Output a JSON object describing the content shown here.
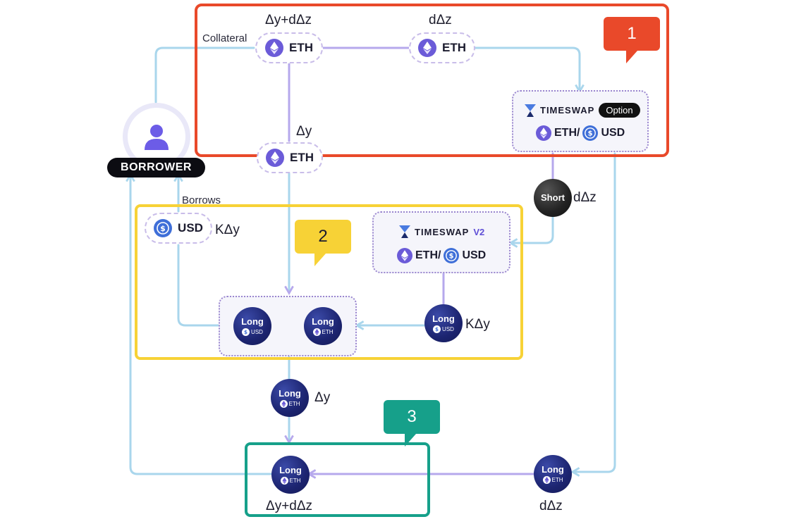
{
  "labels": {
    "collateral": "Collateral",
    "dy_plus_dz_top": "Δy+dΔz",
    "dz_top": "dΔz",
    "dy_mid": "Δy",
    "borrows": "Borrows",
    "k_dy_left": "KΔy",
    "short_dz": "dΔz",
    "k_dy_right": "KΔy",
    "dy_lower": "Δy",
    "dy_plus_dz_bottom": "Δy+dΔz",
    "dz_bottom": "dΔz"
  },
  "pills": {
    "eth": "ETH",
    "usd": "USD"
  },
  "borrower": "BORROWER",
  "timeswap_option": {
    "brand": "TIMESWAP",
    "tag": "Option",
    "pair_a": "ETH/",
    "pair_b": "USD"
  },
  "timeswap_v2": {
    "brand": "TIMESWAP",
    "version": "V2",
    "pair_a": "ETH/",
    "pair_b": "USD"
  },
  "tokens": {
    "long": "Long",
    "short": "Short",
    "usd": "USD",
    "eth": "ETH"
  },
  "badges": {
    "one": "1",
    "two": "2",
    "three": "3"
  },
  "colors": {
    "red": "#e9492a",
    "yellow": "#f7d236",
    "green": "#16a08a",
    "line_purple": "#b6a8ec",
    "line_blue": "#a9d6ec"
  }
}
